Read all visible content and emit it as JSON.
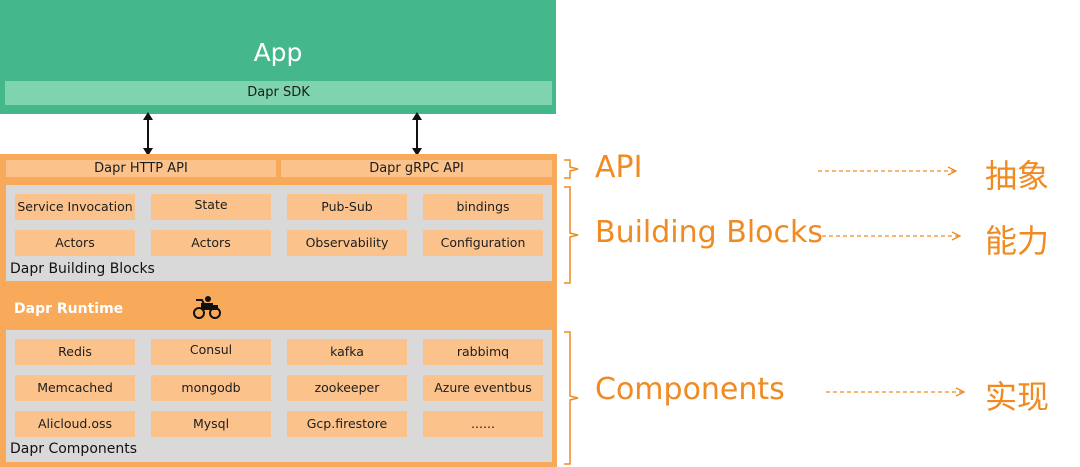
{
  "app": {
    "title": "App",
    "sdk": "Dapr SDK"
  },
  "api": {
    "http": "Dapr HTTP API",
    "grpc": "Dapr gRPC API"
  },
  "building_blocks": {
    "label": "Dapr Building Blocks",
    "items": [
      "Service Invocation",
      "State",
      "Pub-Sub",
      "bindings",
      "Actors",
      "Actors",
      "Observability",
      "Configuration"
    ]
  },
  "runtime": {
    "label": "Dapr Runtime",
    "icon": "motorcycle-icon"
  },
  "components": {
    "label": "Dapr Components",
    "items": [
      "Redis",
      "Consul",
      "kafka",
      "rabbimq",
      "Memcached",
      "mongodb",
      "zookeeper",
      "Azure eventbus",
      "Alicloud.oss",
      "Mysql",
      "Gcp.firestore",
      "......"
    ]
  },
  "annotations": [
    {
      "layer": "API",
      "meaning": "抽象"
    },
    {
      "layer": "Building Blocks",
      "meaning": "能力"
    },
    {
      "layer": "Components",
      "meaning": "实现"
    }
  ],
  "colors": {
    "app_green": "#45b88b",
    "sdk_green": "#7fd3ae",
    "dapr_orange": "#f9a95a",
    "chip_orange": "#fbc28c",
    "panel_gray": "#d9d9d9",
    "annotation_orange": "#f08a22"
  }
}
